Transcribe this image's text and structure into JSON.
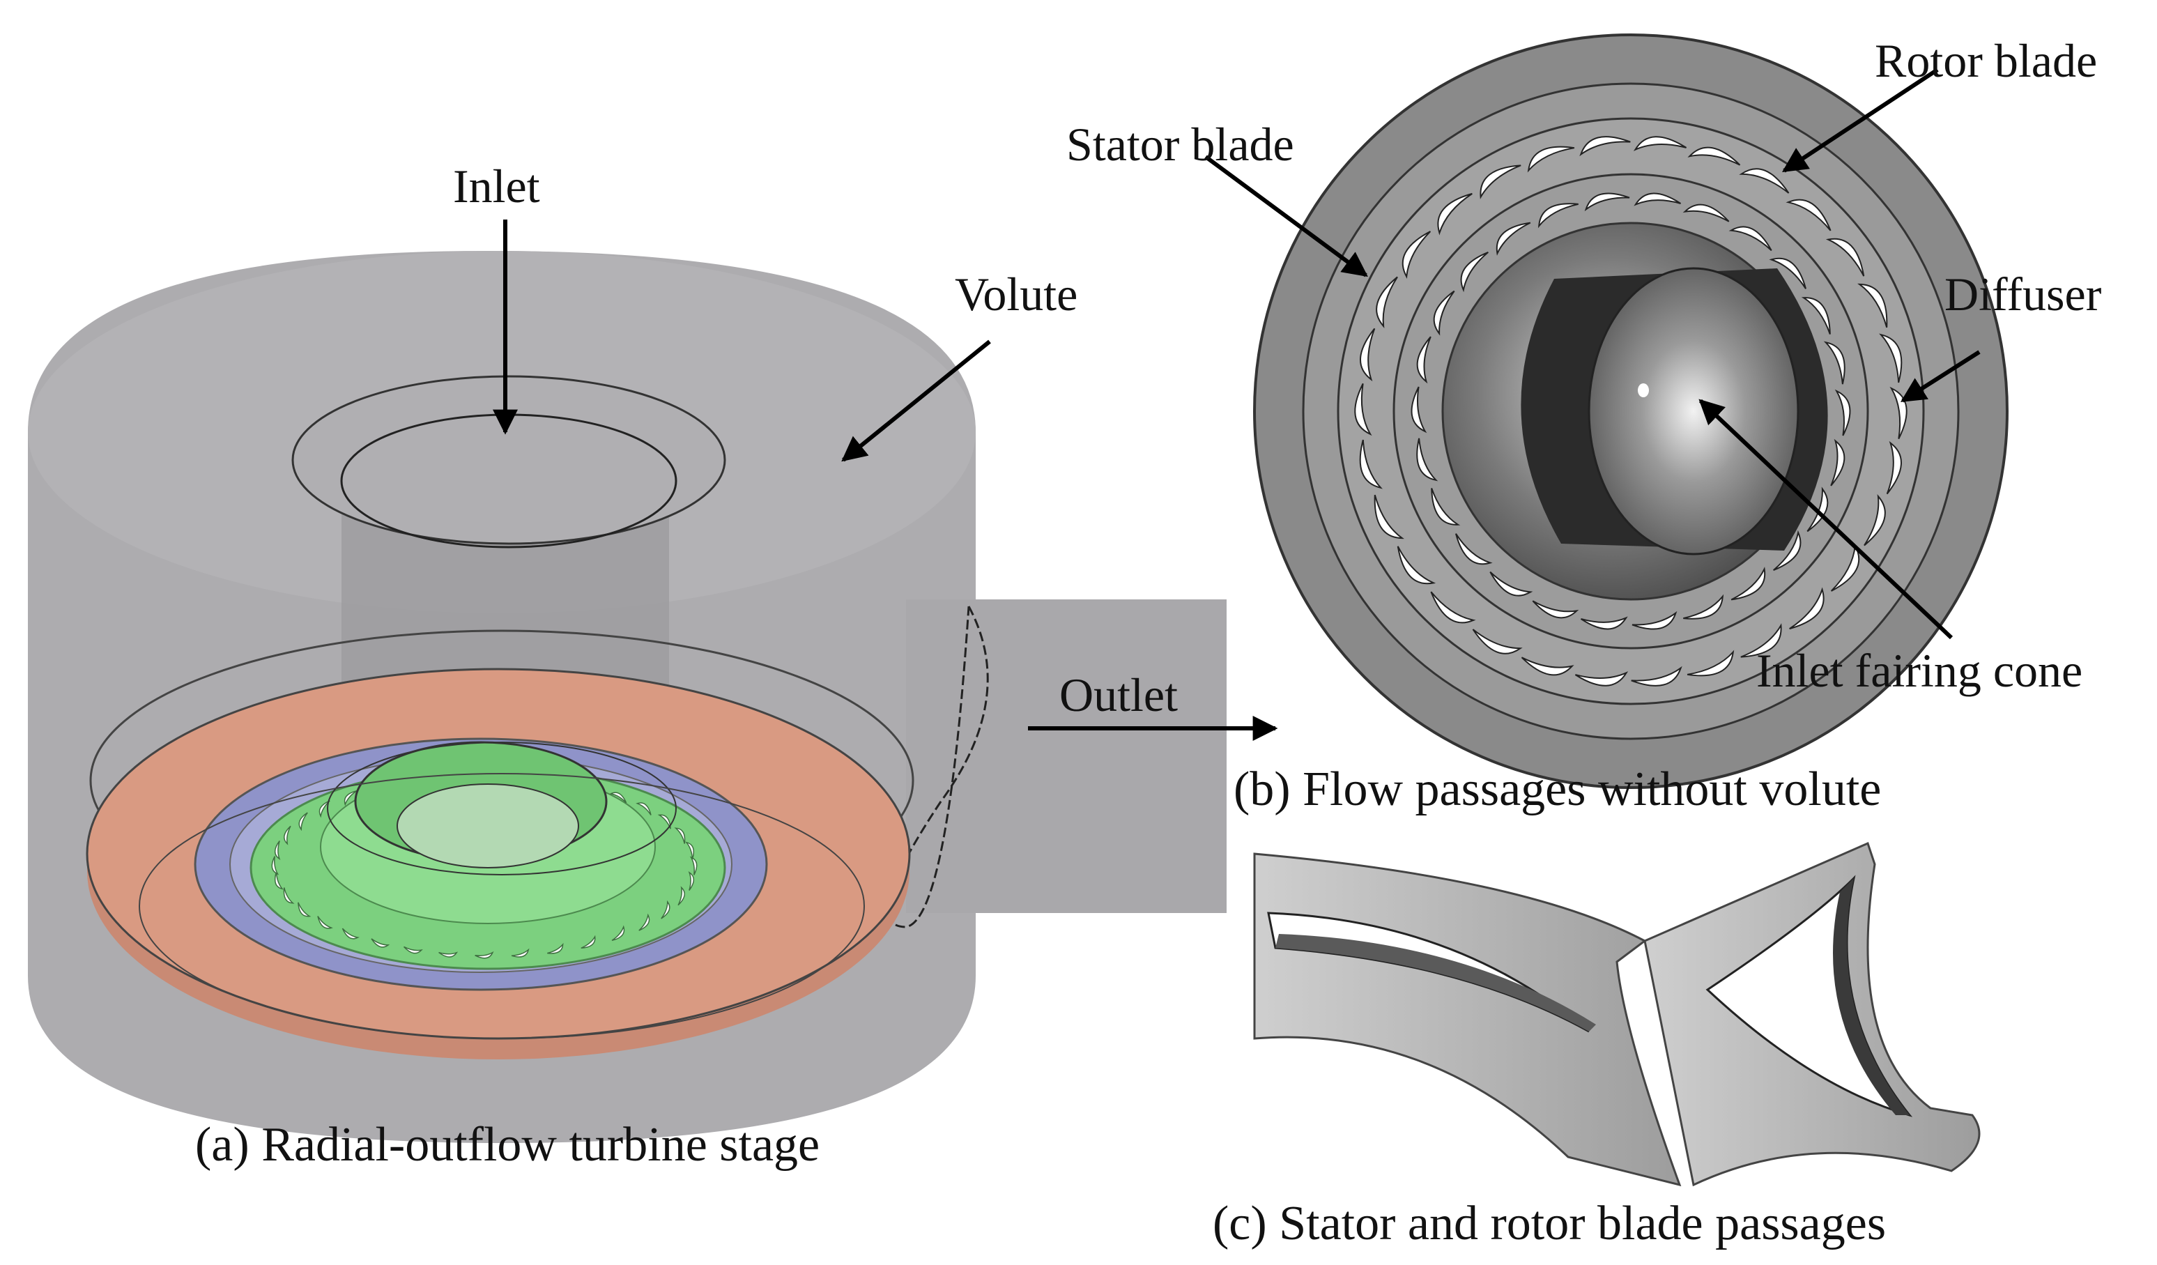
{
  "labels": {
    "inlet": "Inlet",
    "volute": "Volute",
    "outlet": "Outlet",
    "stator_blade": "Stator blade",
    "rotor_blade": "Rotor blade",
    "diffuser": "Diffuser",
    "inlet_fairing_cone": "Inlet fairing cone"
  },
  "captions": {
    "a": "(a) Radial-outflow turbine stage",
    "b": "(b) Flow passages without volute",
    "c": "(c) Stator and rotor blade passages"
  },
  "colors": {
    "volute": "#a9a8ab",
    "diffuser_disc": "#d99a82",
    "stator_ring": "#8f93c9",
    "rotor_ring": "#7cd07f",
    "passage_gray": "#8c8c8c",
    "dark_cone": "#2b2b2b"
  }
}
